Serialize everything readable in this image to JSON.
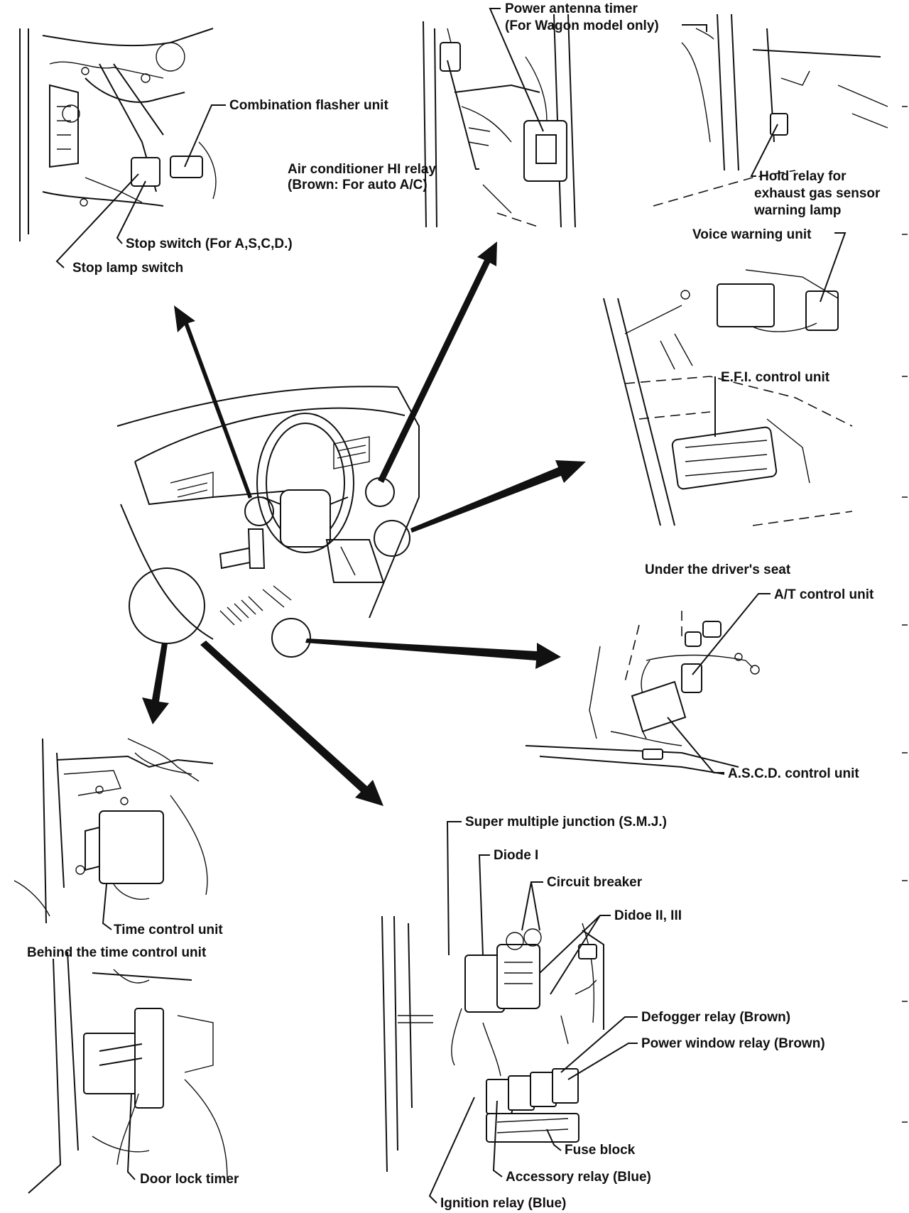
{
  "labels": {
    "power_antenna_timer": "Power antenna timer",
    "power_antenna_timer_note": "(For Wagon model only)",
    "combination_flasher": "Combination flasher unit",
    "ac_hi_relay": "Air conditioner HI relay",
    "ac_hi_relay_note": "(Brown:  For auto A/C)",
    "hold_relay_1": "Hold relay for",
    "hold_relay_2": "exhaust gas sensor",
    "hold_relay_3": "warning lamp",
    "stop_switch_ascd": "Stop switch (For A,S,C,D.)",
    "stop_lamp_switch": "Stop lamp switch",
    "voice_warning": "Voice warning unit",
    "efi_control": "E.F.I. control unit",
    "under_drivers_seat": "Under the driver's seat",
    "at_control": "A/T control unit",
    "ascd_control": "A.S.C.D. control unit",
    "time_control": "Time control unit",
    "behind_time_control": "Behind the time control unit",
    "door_lock_timer": "Door lock timer",
    "smj": "Super multiple junction (S.M.J.)",
    "diode_1": "Diode I",
    "circuit_breaker": "Circuit breaker",
    "diode_2_3": "Didoe II, III",
    "defogger_relay": "Defogger relay (Brown)",
    "power_window_relay": "Power window relay (Brown)",
    "fuse_block": "Fuse block",
    "accessory_relay": "Accessory relay (Blue)",
    "ignition_relay": "Ignition relay (Blue)"
  }
}
